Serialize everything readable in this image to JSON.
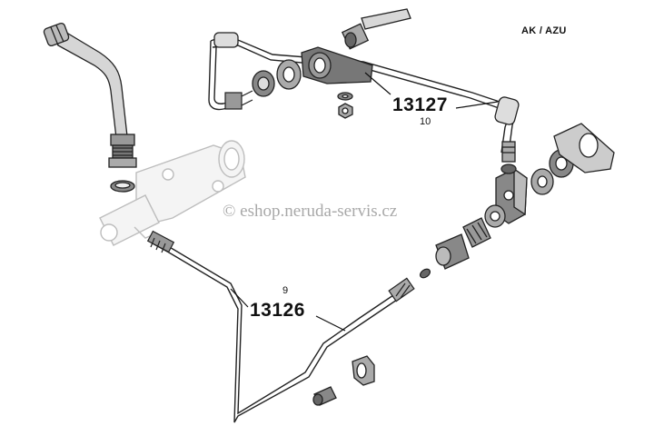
{
  "header": {
    "variant_label": "AK / AZU"
  },
  "parts": [
    {
      "part_no": "13127",
      "qty": "10"
    },
    {
      "part_no": "13126",
      "qty": "9"
    }
  ],
  "watermark": "© eshop.neruda-servis.cz"
}
